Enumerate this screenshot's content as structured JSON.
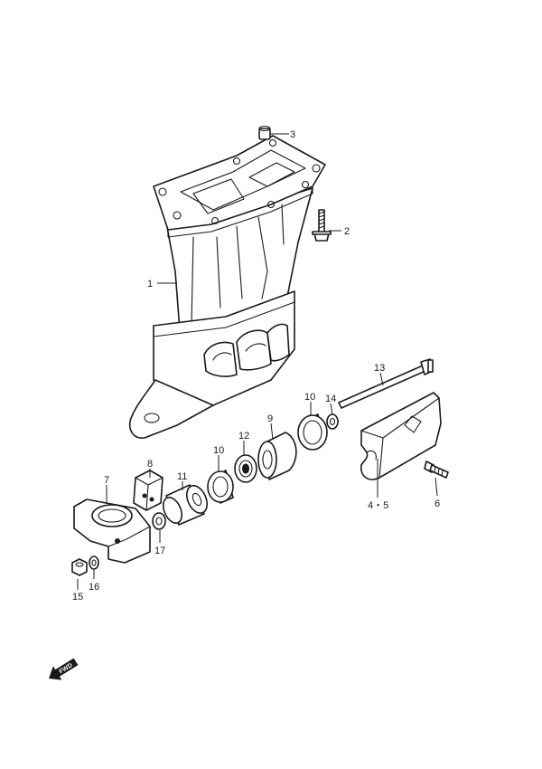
{
  "callouts": {
    "c1": "1",
    "c2": "2",
    "c3": "3",
    "c45": "4・5",
    "c6": "6",
    "c7": "7",
    "c8": "8",
    "c9": "9",
    "c10a": "10",
    "c10b": "10",
    "c11": "11",
    "c12": "12",
    "c13": "13",
    "c14": "14",
    "c15": "15",
    "c16": "16",
    "c17": "17"
  },
  "direction_marker": {
    "label": "FWD",
    "icon": "fwd-arrow-icon"
  },
  "colors": {
    "line": "#1a1a1a",
    "background": "#ffffff"
  }
}
